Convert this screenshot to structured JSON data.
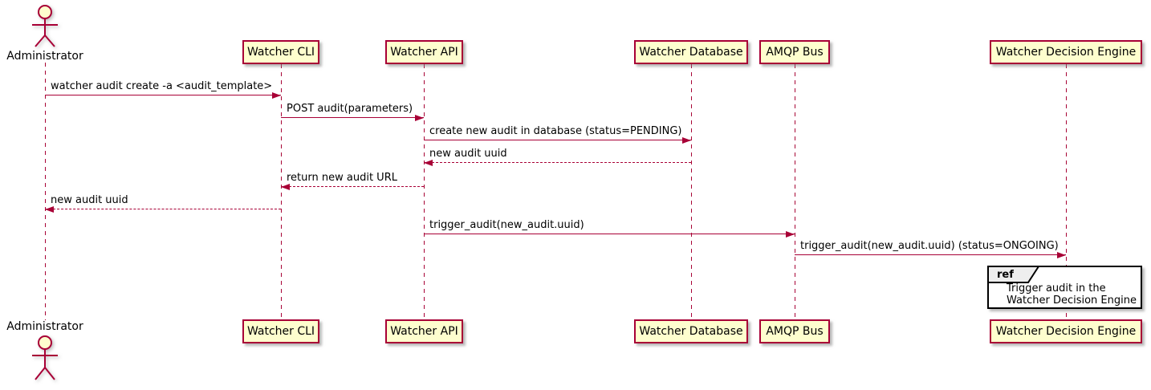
{
  "diagram": {
    "type": "sequence",
    "actor": {
      "name": "Administrator"
    },
    "participants": [
      {
        "label": "Watcher CLI"
      },
      {
        "label": "Watcher API"
      },
      {
        "label": "Watcher Database"
      },
      {
        "label": "AMQP Bus"
      },
      {
        "label": "Watcher Decision Engine"
      }
    ],
    "messages": [
      {
        "from": "Administrator",
        "to": "Watcher CLI",
        "label": "watcher audit create -a <audit_template>",
        "style": "solid"
      },
      {
        "from": "Watcher CLI",
        "to": "Watcher API",
        "label": "POST audit(parameters)",
        "style": "solid"
      },
      {
        "from": "Watcher API",
        "to": "Watcher Database",
        "label": "create new audit in database (status=PENDING)",
        "style": "solid"
      },
      {
        "from": "Watcher Database",
        "to": "Watcher API",
        "label": "new audit uuid",
        "style": "dashed"
      },
      {
        "from": "Watcher API",
        "to": "Watcher CLI",
        "label": "return new audit URL",
        "style": "dashed"
      },
      {
        "from": "Watcher CLI",
        "to": "Administrator",
        "label": "new audit uuid",
        "style": "dashed"
      },
      {
        "from": "Watcher API",
        "to": "AMQP Bus",
        "label": "trigger_audit(new_audit.uuid)",
        "style": "solid"
      },
      {
        "from": "AMQP Bus",
        "to": "Watcher Decision Engine",
        "label": "trigger_audit(new_audit.uuid) (status=ONGOING)",
        "style": "solid"
      }
    ],
    "ref": {
      "keyword": "ref",
      "text_lines": [
        "Trigger audit in the",
        "Watcher Decision Engine"
      ],
      "over": "Watcher Decision Engine"
    },
    "colors": {
      "participant_fill": "#FEFECE",
      "participant_border": "#A80036",
      "line": "#A80036",
      "text": "#000000",
      "ref_border": "#000000",
      "ref_tab_fill": "#EEEEEE",
      "background": "#FFFFFF"
    }
  }
}
